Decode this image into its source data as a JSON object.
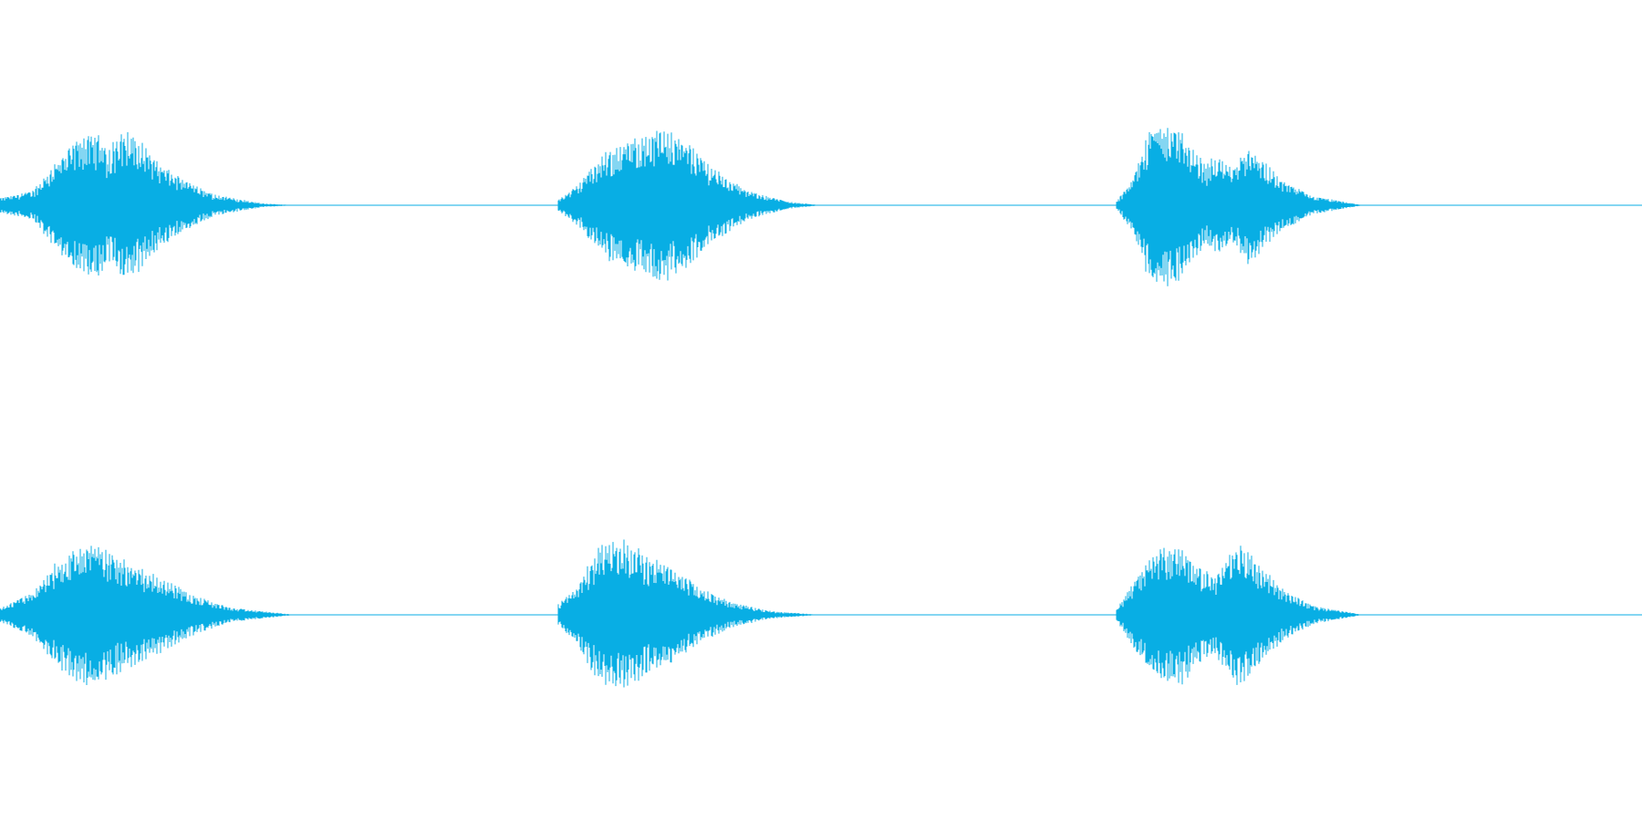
{
  "waveform": {
    "color": "#08aee4",
    "background": "#ffffff",
    "channels": [
      {
        "name": "",
        "bursts": [
          {
            "start": 0.0,
            "end": 0.18,
            "peak_amplitude": 0.42,
            "envelope": [
              [
                0.0,
                0.04
              ],
              [
                0.02,
                0.08
              ],
              [
                0.035,
                0.25
              ],
              [
                0.05,
                0.38
              ],
              [
                0.06,
                0.4
              ],
              [
                0.065,
                0.3
              ],
              [
                0.075,
                0.42
              ],
              [
                0.085,
                0.36
              ],
              [
                0.095,
                0.25
              ],
              [
                0.11,
                0.15
              ],
              [
                0.13,
                0.06
              ],
              [
                0.16,
                0.01
              ],
              [
                0.18,
                0.0
              ]
            ]
          },
          {
            "start": 0.34,
            "end": 0.5,
            "peak_amplitude": 0.42,
            "envelope": [
              [
                0.0,
                0.03
              ],
              [
                0.01,
                0.1
              ],
              [
                0.03,
                0.3
              ],
              [
                0.05,
                0.38
              ],
              [
                0.065,
                0.42
              ],
              [
                0.08,
                0.33
              ],
              [
                0.095,
                0.2
              ],
              [
                0.115,
                0.08
              ],
              [
                0.14,
                0.02
              ],
              [
                0.16,
                0.0
              ]
            ]
          },
          {
            "start": 0.68,
            "end": 0.83,
            "peak_amplitude": 0.46,
            "envelope": [
              [
                0.0,
                0.02
              ],
              [
                0.01,
                0.15
              ],
              [
                0.02,
                0.42
              ],
              [
                0.035,
                0.46
              ],
              [
                0.045,
                0.32
              ],
              [
                0.055,
                0.22
              ],
              [
                0.06,
                0.28
              ],
              [
                0.07,
                0.2
              ],
              [
                0.08,
                0.32
              ],
              [
                0.09,
                0.24
              ],
              [
                0.1,
                0.14
              ],
              [
                0.12,
                0.05
              ],
              [
                0.15,
                0.0
              ]
            ]
          }
        ]
      },
      {
        "name": "",
        "bursts": [
          {
            "start": 0.0,
            "end": 0.18,
            "peak_amplitude": 0.4,
            "envelope": [
              [
                0.0,
                0.04
              ],
              [
                0.02,
                0.12
              ],
              [
                0.035,
                0.3
              ],
              [
                0.055,
                0.4
              ],
              [
                0.07,
                0.33
              ],
              [
                0.085,
                0.26
              ],
              [
                0.1,
                0.2
              ],
              [
                0.115,
                0.12
              ],
              [
                0.14,
                0.04
              ],
              [
                0.18,
                0.0
              ]
            ]
          },
          {
            "start": 0.34,
            "end": 0.5,
            "peak_amplitude": 0.42,
            "envelope": [
              [
                0.0,
                0.06
              ],
              [
                0.01,
                0.14
              ],
              [
                0.025,
                0.38
              ],
              [
                0.04,
                0.42
              ],
              [
                0.055,
                0.32
              ],
              [
                0.07,
                0.26
              ],
              [
                0.085,
                0.16
              ],
              [
                0.105,
                0.07
              ],
              [
                0.13,
                0.02
              ],
              [
                0.16,
                0.0
              ]
            ]
          },
          {
            "start": 0.68,
            "end": 0.83,
            "peak_amplitude": 0.4,
            "envelope": [
              [
                0.0,
                0.03
              ],
              [
                0.01,
                0.18
              ],
              [
                0.025,
                0.36
              ],
              [
                0.04,
                0.38
              ],
              [
                0.05,
                0.26
              ],
              [
                0.06,
                0.22
              ],
              [
                0.075,
                0.4
              ],
              [
                0.085,
                0.3
              ],
              [
                0.1,
                0.15
              ],
              [
                0.12,
                0.05
              ],
              [
                0.15,
                0.0
              ]
            ]
          }
        ]
      }
    ]
  }
}
